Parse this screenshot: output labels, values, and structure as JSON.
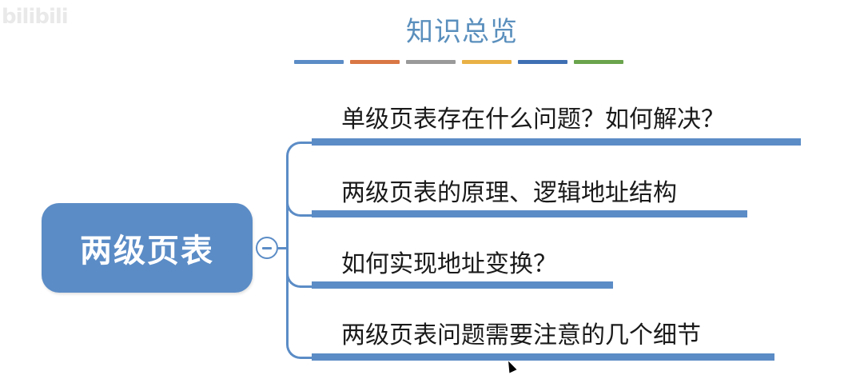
{
  "watermark": "bilibili",
  "title": "知识总览",
  "color_strip": [
    "#5b8cc6",
    "#d97744",
    "#9a9a9a",
    "#e9b145",
    "#3f6fb3",
    "#6aa44c"
  ],
  "central_node": {
    "label": "两级页表",
    "collapse_icon": "minus-circle-icon"
  },
  "branches": [
    {
      "label": "单级页表存在什么问题？如何解决？"
    },
    {
      "label": "两级页表的原理、逻辑地址结构"
    },
    {
      "label": "如何实现地址变换？"
    },
    {
      "label": "两级页表问题需要注意的几个细节"
    }
  ],
  "accent_color": "#5b8cc6"
}
